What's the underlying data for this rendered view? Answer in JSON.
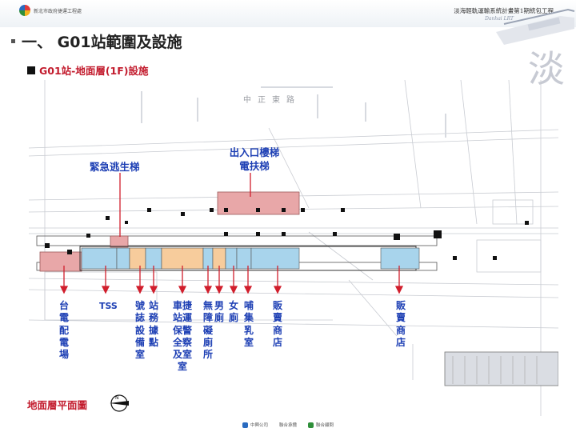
{
  "header": {
    "logo_text": "新北市政府捷運工程處",
    "project_title": "淡海輕軌運輸系統計畫第1期統包工程",
    "project_sub": "Danhai LRT",
    "watermark": "淡"
  },
  "slide": {
    "title": "一、 G01站範圍及設施",
    "subtitle": "G01站-地面層(1F)設施",
    "plan_label": "地面層平面圖"
  },
  "plan": {
    "road_label": "中正東路",
    "callouts": {
      "exit_stairs": "出入口樓梯",
      "escalator": "電扶梯",
      "emergency_stairs": "緊急逃生梯"
    },
    "labels": [
      {
        "key": "substation",
        "text": "台電配電場"
      },
      {
        "key": "tss",
        "text": "TSS"
      },
      {
        "key": "signal_room",
        "text": "號誌設備室"
      },
      {
        "key": "station_office",
        "text": "站務據點"
      },
      {
        "key": "security_room",
        "text": "車捷站運保警全察及室室"
      },
      {
        "key": "accessible_toilet",
        "text": "無障礙廁所"
      },
      {
        "key": "mens_toilet",
        "text": "男廁"
      },
      {
        "key": "womens_toilet",
        "text": "女廁"
      },
      {
        "key": "nursing_room",
        "text": "哺集乳室"
      },
      {
        "key": "shop_1",
        "text": "販賣商店"
      },
      {
        "key": "shop_2",
        "text": "販賣商店"
      }
    ],
    "colors": {
      "callout_blue": "#1d3fb4",
      "title_red": "#c21a2c",
      "exit_pink": "#e8a7a8",
      "room_orange": "#f7cc9c",
      "room_blue": "#a8d4ec"
    }
  },
  "footer": {
    "left": "中興公司",
    "mid": "聯合承攬",
    "right": "聯合顧問"
  }
}
